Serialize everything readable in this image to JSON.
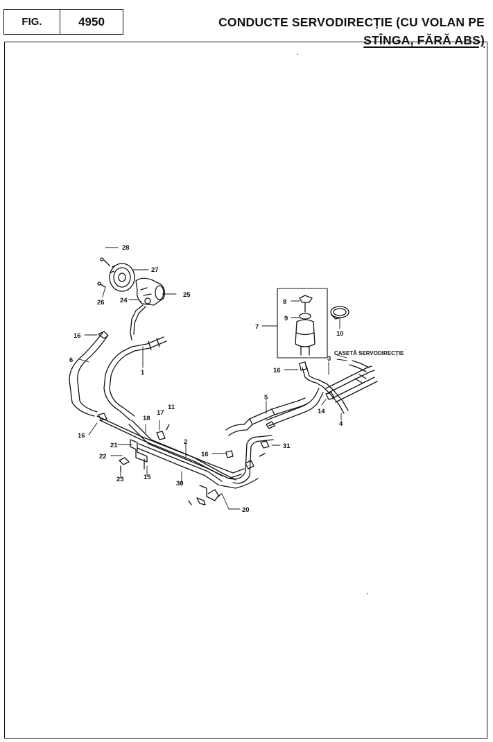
{
  "header": {
    "fig_label": "FIG.",
    "fig_number": "4950",
    "title_line1": "CONDUCTE SERVODIRECȚIE (CU VOLAN PE",
    "title_line2": "STÎNGA, FĂRĂ ABS)"
  },
  "diagram": {
    "annotation": "CASETĂ SERVODIRECȚIE",
    "callouts": [
      "28",
      "27",
      "26",
      "25",
      "24",
      "16",
      "1",
      "6",
      "16",
      "18",
      "17",
      "11",
      "21",
      "2",
      "22",
      "15",
      "23",
      "30",
      "8",
      "9",
      "7",
      "10",
      "3",
      "16",
      "5",
      "14",
      "4",
      "16",
      "31",
      "20"
    ]
  }
}
